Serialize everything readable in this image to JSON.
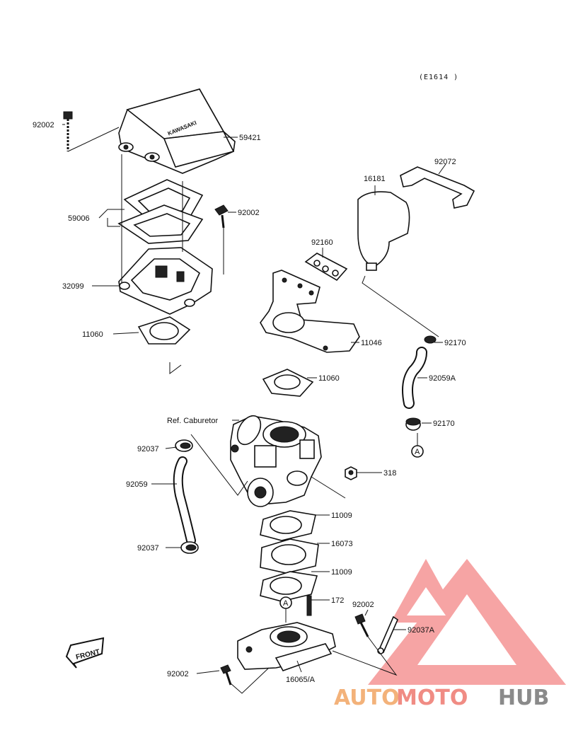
{
  "diagram": {
    "code": "(E1614 )",
    "callouts": {
      "c92002_top": "92002",
      "c59421": "59421",
      "c59006": "59006",
      "c92002_mid": "92002",
      "c32099": "32099",
      "c11060_left": "11060",
      "c92072": "92072",
      "c16181": "16181",
      "c92160": "92160",
      "c11046": "11046",
      "c92170_a": "92170",
      "c92059A": "92059A",
      "c11060_right": "11060",
      "c92170_b": "92170",
      "c_ref_carb": "Ref. Caburetor",
      "c92037_top": "92037",
      "c92059": "92059",
      "c318": "318",
      "c11009_a": "11009",
      "c16073": "16073",
      "c92037_bottom": "92037",
      "c11009_b": "11009",
      "c172": "172",
      "c92002_right": "92002",
      "c92037A": "92037A",
      "c92002_bottom": "92002",
      "c16065A": "16065/A"
    },
    "markers": {
      "a1": "A",
      "a2": "A"
    },
    "front_arrow": "FRONT",
    "cover_brand": "KAWASAKI"
  },
  "watermark": {
    "auto": "AUTO",
    "moto": "MOTO",
    "hub": "HUB",
    "colors": {
      "auto": "#f3b27a",
      "moto": "#f08c84",
      "hub": "#8a8a8a",
      "triangle": "#ef5a5a"
    }
  }
}
